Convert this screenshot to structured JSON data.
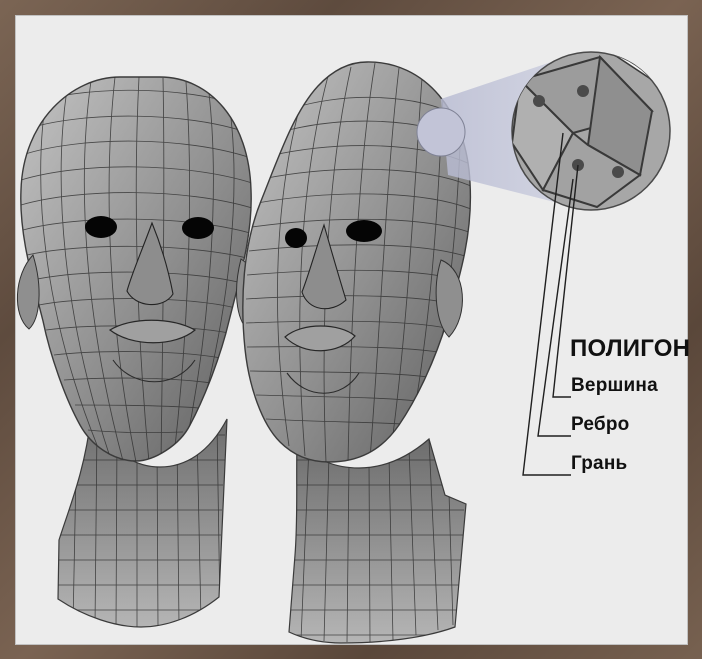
{
  "labels": {
    "polygon": "ПОЛИГОН",
    "vertex": "Вершина",
    "edge": "Ребро",
    "face": "Грань"
  },
  "colors": {
    "background_frame": "#6b5647",
    "panel": "#ececec",
    "mesh_line": "#2f2f2f",
    "mesh_fill": "#8b8b8b",
    "magnifier_fill": "#a9a9a9",
    "focus_highlight": "#c5c7d8"
  }
}
